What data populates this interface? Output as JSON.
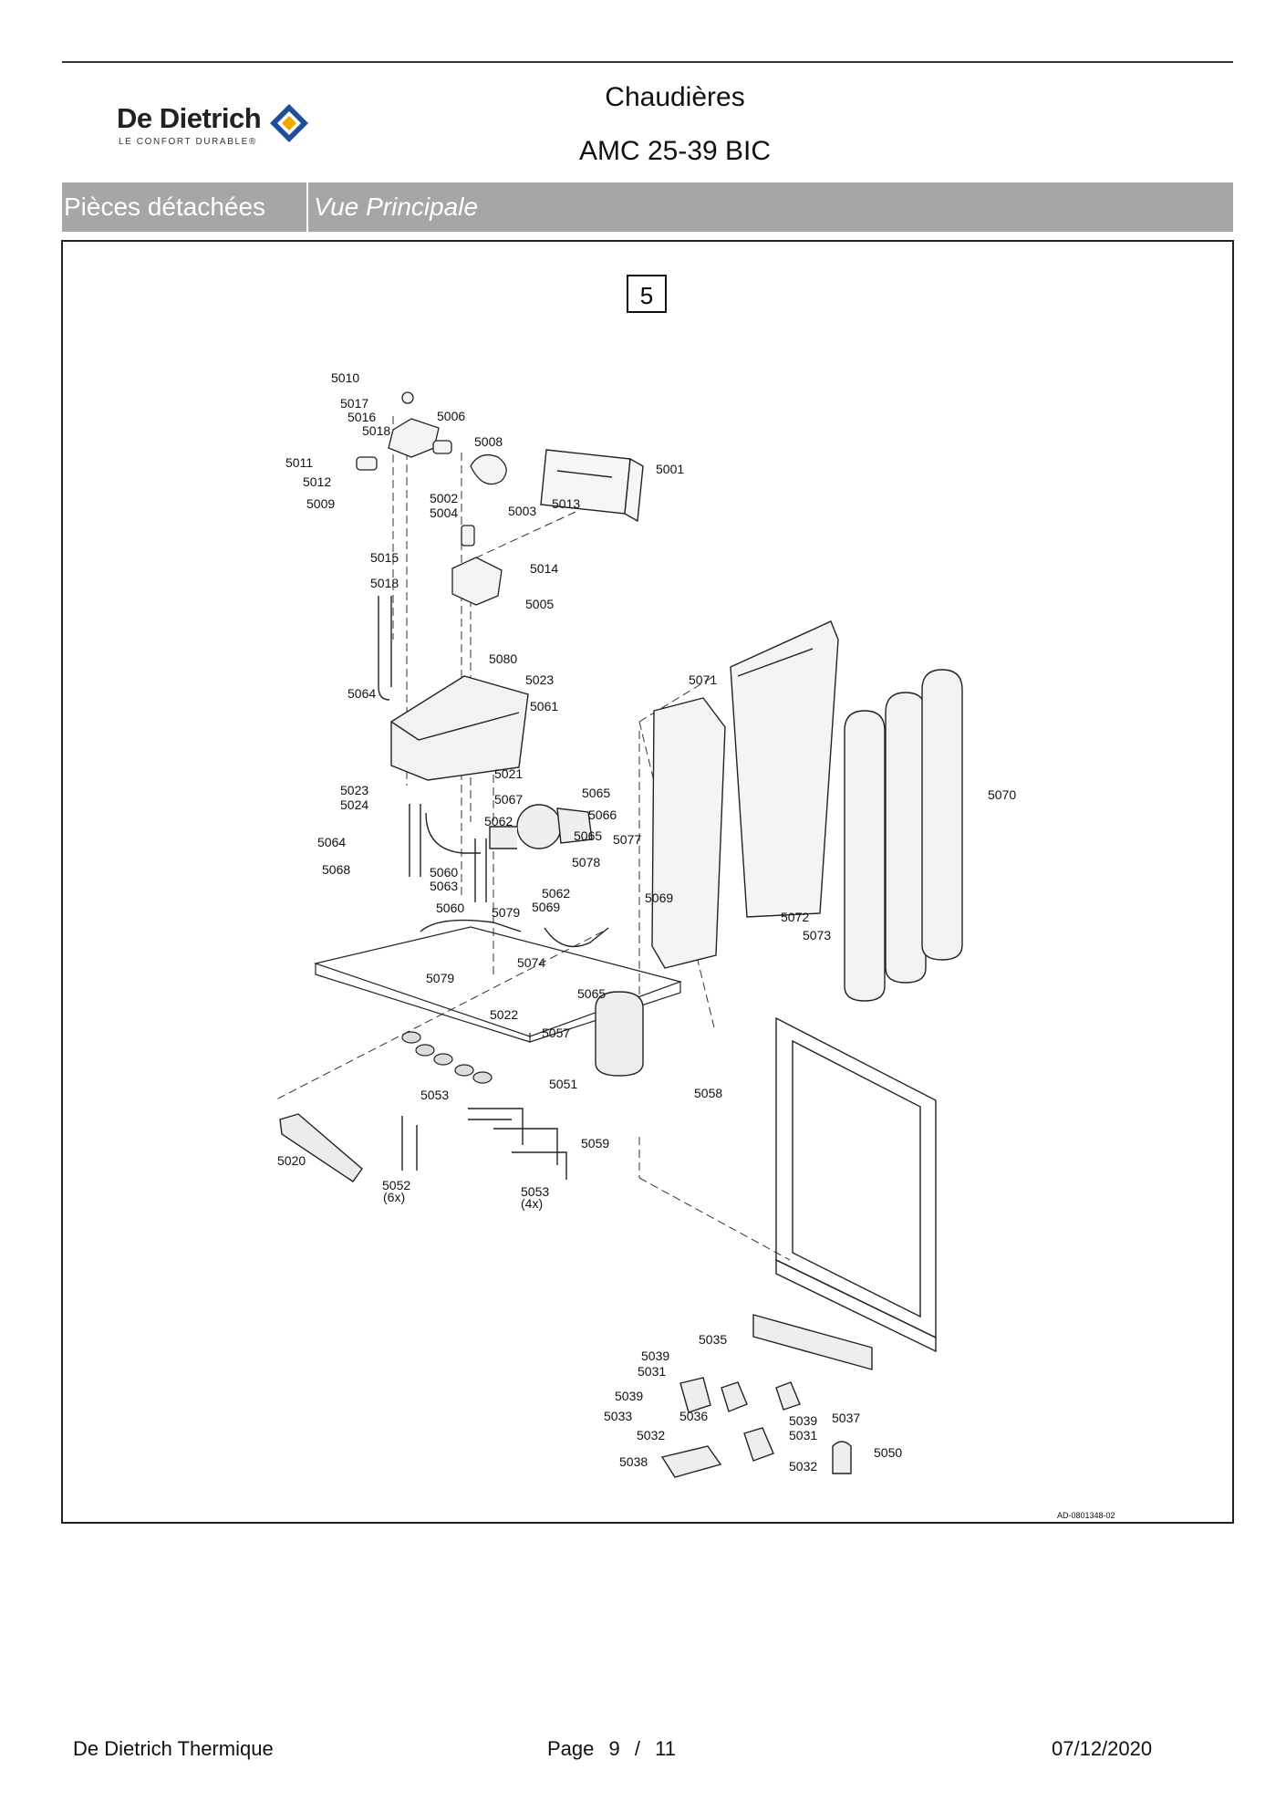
{
  "header": {
    "brand": "De Dietrich",
    "brand_tagline": "LE CONFORT DURABLE®",
    "title": "Chaudières",
    "subtitle": "AMC 25-39 BIC",
    "brand_color": "#1f4e9a",
    "brand_accent": "#f2a900"
  },
  "section_bar": {
    "category": "Pièces détachées",
    "view": "Vue Principale"
  },
  "diagram": {
    "view_number": "5",
    "reference": "AD-0801348-02",
    "parts": [
      {
        "id": "p5010",
        "label": "5010"
      },
      {
        "id": "p5017",
        "label": "5017"
      },
      {
        "id": "p5016",
        "label": "5016"
      },
      {
        "id": "p5006",
        "label": "5006"
      },
      {
        "id": "p5018a",
        "label": "5018"
      },
      {
        "id": "p5008",
        "label": "5008"
      },
      {
        "id": "p5011",
        "label": "5011"
      },
      {
        "id": "p5012",
        "label": "5012"
      },
      {
        "id": "p5009",
        "label": "5009"
      },
      {
        "id": "p5001",
        "label": "5001"
      },
      {
        "id": "p5002",
        "label": "5002"
      },
      {
        "id": "p5004",
        "label": "5004"
      },
      {
        "id": "p5003",
        "label": "5003"
      },
      {
        "id": "p5013",
        "label": "5013"
      },
      {
        "id": "p5015",
        "label": "5015"
      },
      {
        "id": "p5014",
        "label": "5014"
      },
      {
        "id": "p5018b",
        "label": "5018"
      },
      {
        "id": "p5005",
        "label": "5005"
      },
      {
        "id": "p5080",
        "label": "5080"
      },
      {
        "id": "p5023a",
        "label": "5023"
      },
      {
        "id": "p5064a",
        "label": "5064"
      },
      {
        "id": "p5061",
        "label": "5061"
      },
      {
        "id": "p5071",
        "label": "5071"
      },
      {
        "id": "p5021",
        "label": "5021"
      },
      {
        "id": "p5023b",
        "label": "5023"
      },
      {
        "id": "p5065a",
        "label": "5065"
      },
      {
        "id": "p5024",
        "label": "5024"
      },
      {
        "id": "p5067",
        "label": "5067"
      },
      {
        "id": "p5070",
        "label": "5070"
      },
      {
        "id": "p5066",
        "label": "5066"
      },
      {
        "id": "p5062a",
        "label": "5062"
      },
      {
        "id": "p5064b",
        "label": "5064"
      },
      {
        "id": "p5065b",
        "label": "5065"
      },
      {
        "id": "p5077",
        "label": "5077"
      },
      {
        "id": "p5078",
        "label": "5078"
      },
      {
        "id": "p5068",
        "label": "5068"
      },
      {
        "id": "p5060a",
        "label": "5060"
      },
      {
        "id": "p5063",
        "label": "5063"
      },
      {
        "id": "p5062b",
        "label": "5062"
      },
      {
        "id": "p5069a",
        "label": "5069"
      },
      {
        "id": "p5069b",
        "label": "5069"
      },
      {
        "id": "p5060b",
        "label": "5060"
      },
      {
        "id": "p5079a",
        "label": "5079"
      },
      {
        "id": "p5072",
        "label": "5072"
      },
      {
        "id": "p5073",
        "label": "5073"
      },
      {
        "id": "p5074",
        "label": "5074"
      },
      {
        "id": "p5079b",
        "label": "5079"
      },
      {
        "id": "p5065c",
        "label": "5065"
      },
      {
        "id": "p5022",
        "label": "5022"
      },
      {
        "id": "p5057",
        "label": "5057"
      },
      {
        "id": "p5051",
        "label": "5051"
      },
      {
        "id": "p5053a",
        "label": "5053"
      },
      {
        "id": "p5058",
        "label": "5058"
      },
      {
        "id": "p5059",
        "label": "5059"
      },
      {
        "id": "p5020",
        "label": "5020"
      },
      {
        "id": "p5052",
        "label": "5052"
      },
      {
        "id": "p5052q",
        "label": "(6x)"
      },
      {
        "id": "p5053b",
        "label": "5053"
      },
      {
        "id": "p5053q",
        "label": "(4x)"
      },
      {
        "id": "p5035",
        "label": "5035"
      },
      {
        "id": "p5039a",
        "label": "5039"
      },
      {
        "id": "p5031a",
        "label": "5031"
      },
      {
        "id": "p5039b",
        "label": "5039"
      },
      {
        "id": "p5033",
        "label": "5033"
      },
      {
        "id": "p5036",
        "label": "5036"
      },
      {
        "id": "p5039c",
        "label": "5039"
      },
      {
        "id": "p5037",
        "label": "5037"
      },
      {
        "id": "p5032a",
        "label": "5032"
      },
      {
        "id": "p5031b",
        "label": "5031"
      },
      {
        "id": "p5050",
        "label": "5050"
      },
      {
        "id": "p5038",
        "label": "5038"
      },
      {
        "id": "p5032b",
        "label": "5032"
      }
    ]
  },
  "footer": {
    "company": "De Dietrich Thermique",
    "page_label": "Page",
    "page_current": "9",
    "page_sep": "/",
    "page_total": "11",
    "date": "07/12/2020"
  }
}
